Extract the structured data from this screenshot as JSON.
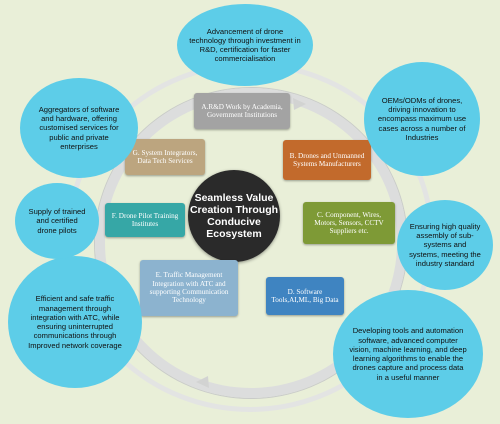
{
  "center": {
    "label": "Seamless Value Creation Through Conducive Ecosystem"
  },
  "boxes": {
    "a": "A.R&D Work by Academia, Government Institutions",
    "b": "B. Drones and Unmanned Systems Manufacturers",
    "c": "C. Component, Wires, Motors, Sensors, CCTV Suppliers etc.",
    "d": "D. Software Tools,AI,ML, Big Data",
    "e": "E. Traffic Management Integration with ATC and supporting Communication Technology",
    "f": "F. Drone Pilot Training Institutes",
    "g": "G. System Integrators, Data Tech Services"
  },
  "bubbles": {
    "top": "Advancement of drone technology through investment in R&D, certification for faster commercialisation",
    "right_top": "OEMs/ODMs of drones, driving innovation to encompass maximum use cases across a number of Industries",
    "right_mid": "Ensuring high quality assembly of sub-systems and systems, meeting the industry standard",
    "right_bottom": "Developing tools and automation software, advanced computer vision, machine learning, and deep learning algorithms to enable the drones capture and process data in a useful manner",
    "left_bottom": "Efficient and safe traffic management through integration with ATC, while ensuring uninterrupted communications through Improved network coverage",
    "left_mid": "Supply of trained and certified drone pilots",
    "left_top": "Aggregators of software and hardware, offering customised services for public and private enterprises"
  },
  "colors": {
    "background": "#e9efd8",
    "bubble": "#5dcde8",
    "box_a": "#a3a3a3",
    "box_b": "#c26a2c",
    "box_c": "#7e9a36",
    "box_d": "#3f84c1",
    "box_e": "#8cb3cf",
    "box_f": "#36a7a6",
    "box_g": "#bca57f",
    "center": "#2a2a2a"
  }
}
